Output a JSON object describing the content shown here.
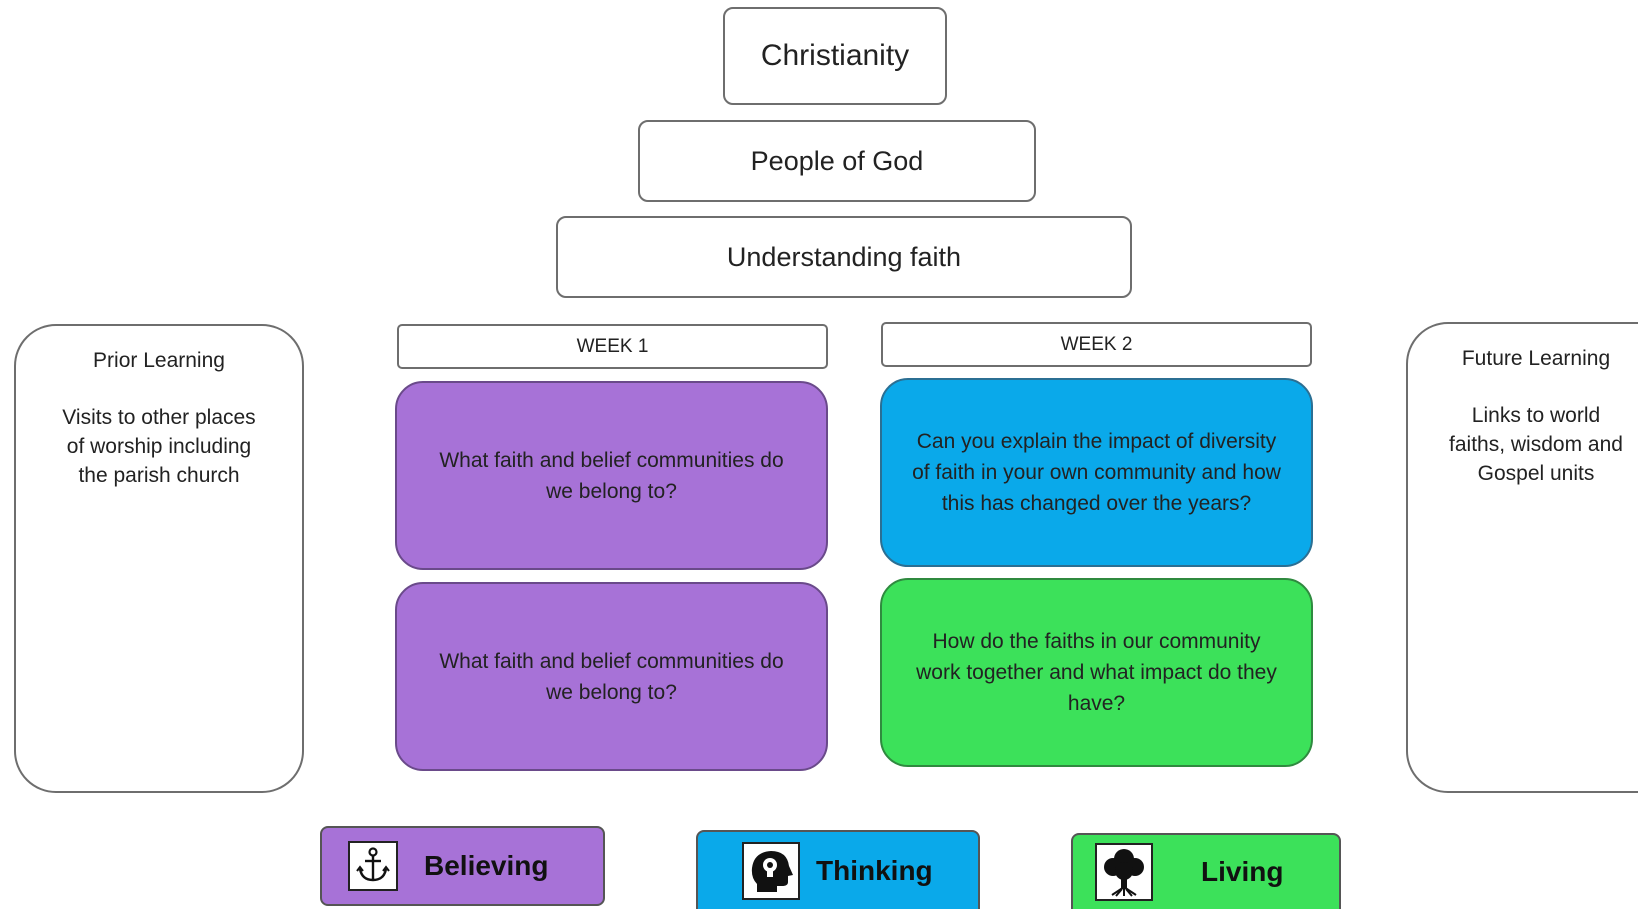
{
  "titles": {
    "religion": "Christianity",
    "unit": "People of God",
    "theme": "Understanding faith"
  },
  "weeks": [
    {
      "label": "WEEK 1",
      "questions": [
        "What faith and belief communities do we belong to?",
        "What faith and belief communities do we belong to?"
      ]
    },
    {
      "label": "WEEK 2",
      "questions": [
        "Can you explain the impact of diversity of faith in your own community and how this has changed over the years?",
        "How do the faiths in our community work together and what impact do they have?"
      ]
    }
  ],
  "prior_learning": {
    "title": "Prior Learning",
    "text": "Visits to other places of worship including the parish church"
  },
  "future_learning": {
    "title": "Future  Learning",
    "text": "Links to world faiths, wisdom and Gospel units"
  },
  "legend": [
    {
      "label": "Believing",
      "icon": "anchor-icon",
      "color": "#a772d7"
    },
    {
      "label": "Thinking",
      "icon": "head-lightbulb-icon",
      "color": "#0aa9ea"
    },
    {
      "label": "Living",
      "icon": "tree-icon",
      "color": "#3ce15a"
    }
  ]
}
